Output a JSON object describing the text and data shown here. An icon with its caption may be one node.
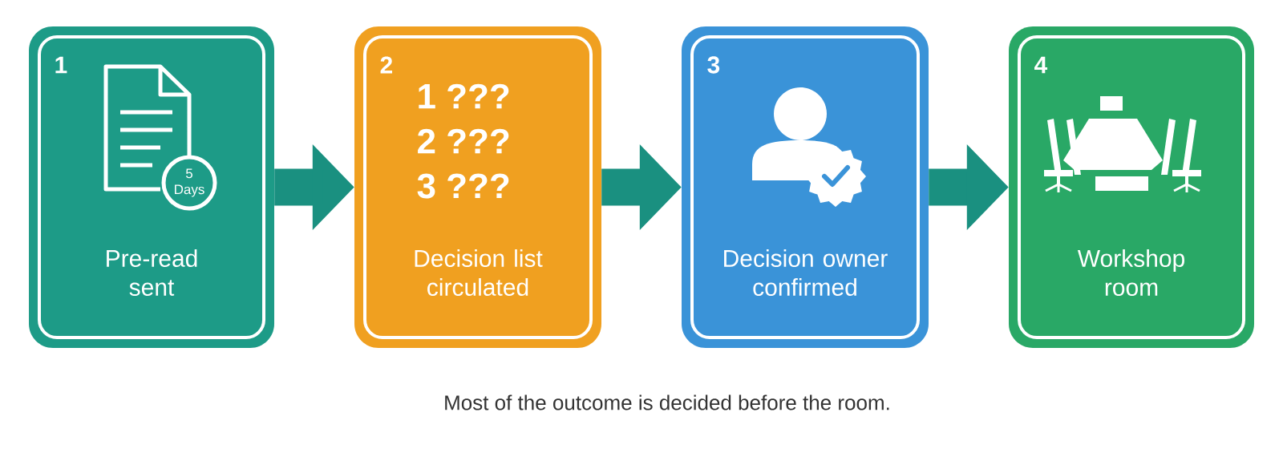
{
  "diagram": {
    "caption": "Most of the outcome is decided before the room.",
    "nodes": [
      {
        "text": [
          "1",
          "5 Days",
          "Pre-read sent"
        ]
      },
      {
        "text": [
          "2",
          "1 ???",
          "2 ???",
          "3 ???",
          "Decision list circulated"
        ]
      },
      {
        "text": [
          "3",
          "Decision owner confirmed"
        ]
      },
      {
        "text": [
          "4",
          "Workshop room"
        ]
      }
    ],
    "edges": [
      {
        "from": 0,
        "to": 1,
        "arrow": "to"
      },
      {
        "from": 1,
        "to": 2,
        "arrow": "to"
      },
      {
        "from": 2,
        "to": 3,
        "arrow": "to"
      }
    ]
  }
}
